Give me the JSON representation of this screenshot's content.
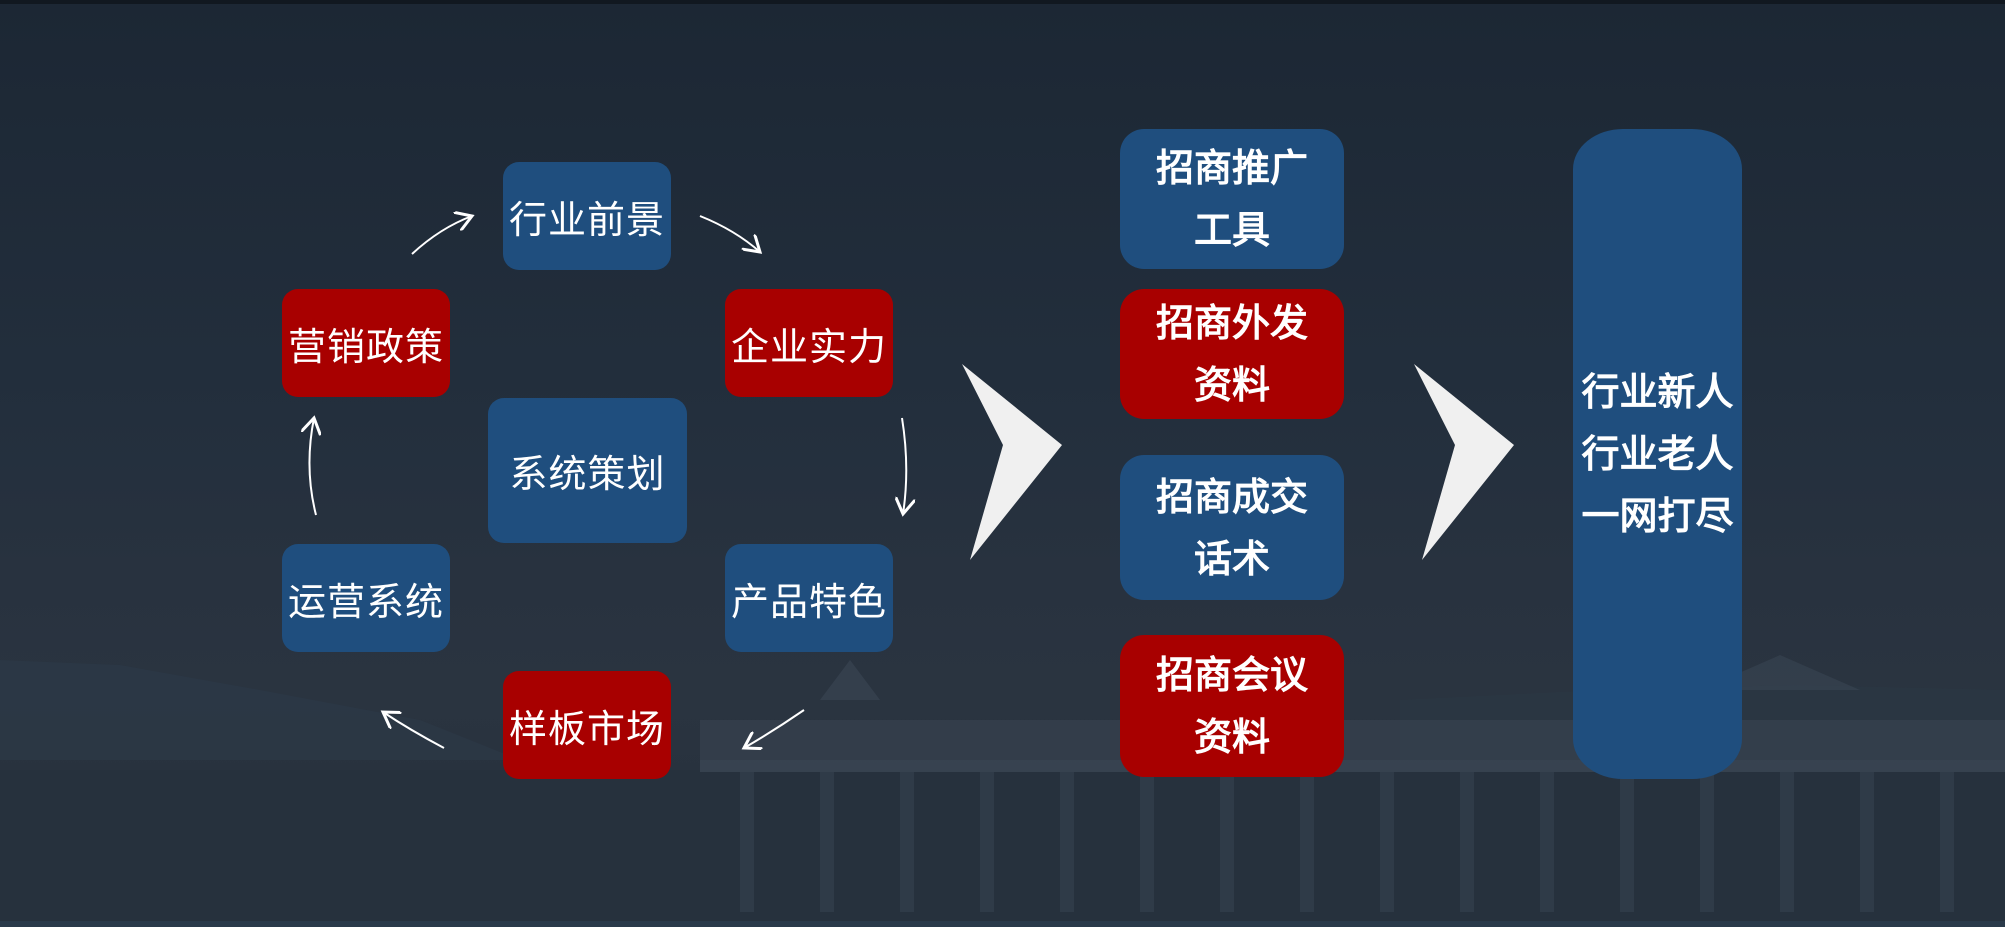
{
  "cycle": {
    "center": "系统策划",
    "top": "行业前景",
    "upper_right": "企业实力",
    "lower_right": "产品特色",
    "bottom": "样板市场",
    "lower_left": "运营系统",
    "upper_left": "营销政策"
  },
  "tools": [
    {
      "text": "招商推广\n工具",
      "color": "blue"
    },
    {
      "text": "招商外发\n资料",
      "color": "red"
    },
    {
      "text": "招商成交\n话术",
      "color": "blue"
    },
    {
      "text": "招商会议\n资料",
      "color": "red"
    }
  ],
  "target": {
    "text": "行业新人\n行业老人\n一网打尽"
  },
  "colors": {
    "blue": "#1f4e7e",
    "red": "#a80000",
    "chevron": "#f0f0f0",
    "background": "#1e2a38"
  }
}
